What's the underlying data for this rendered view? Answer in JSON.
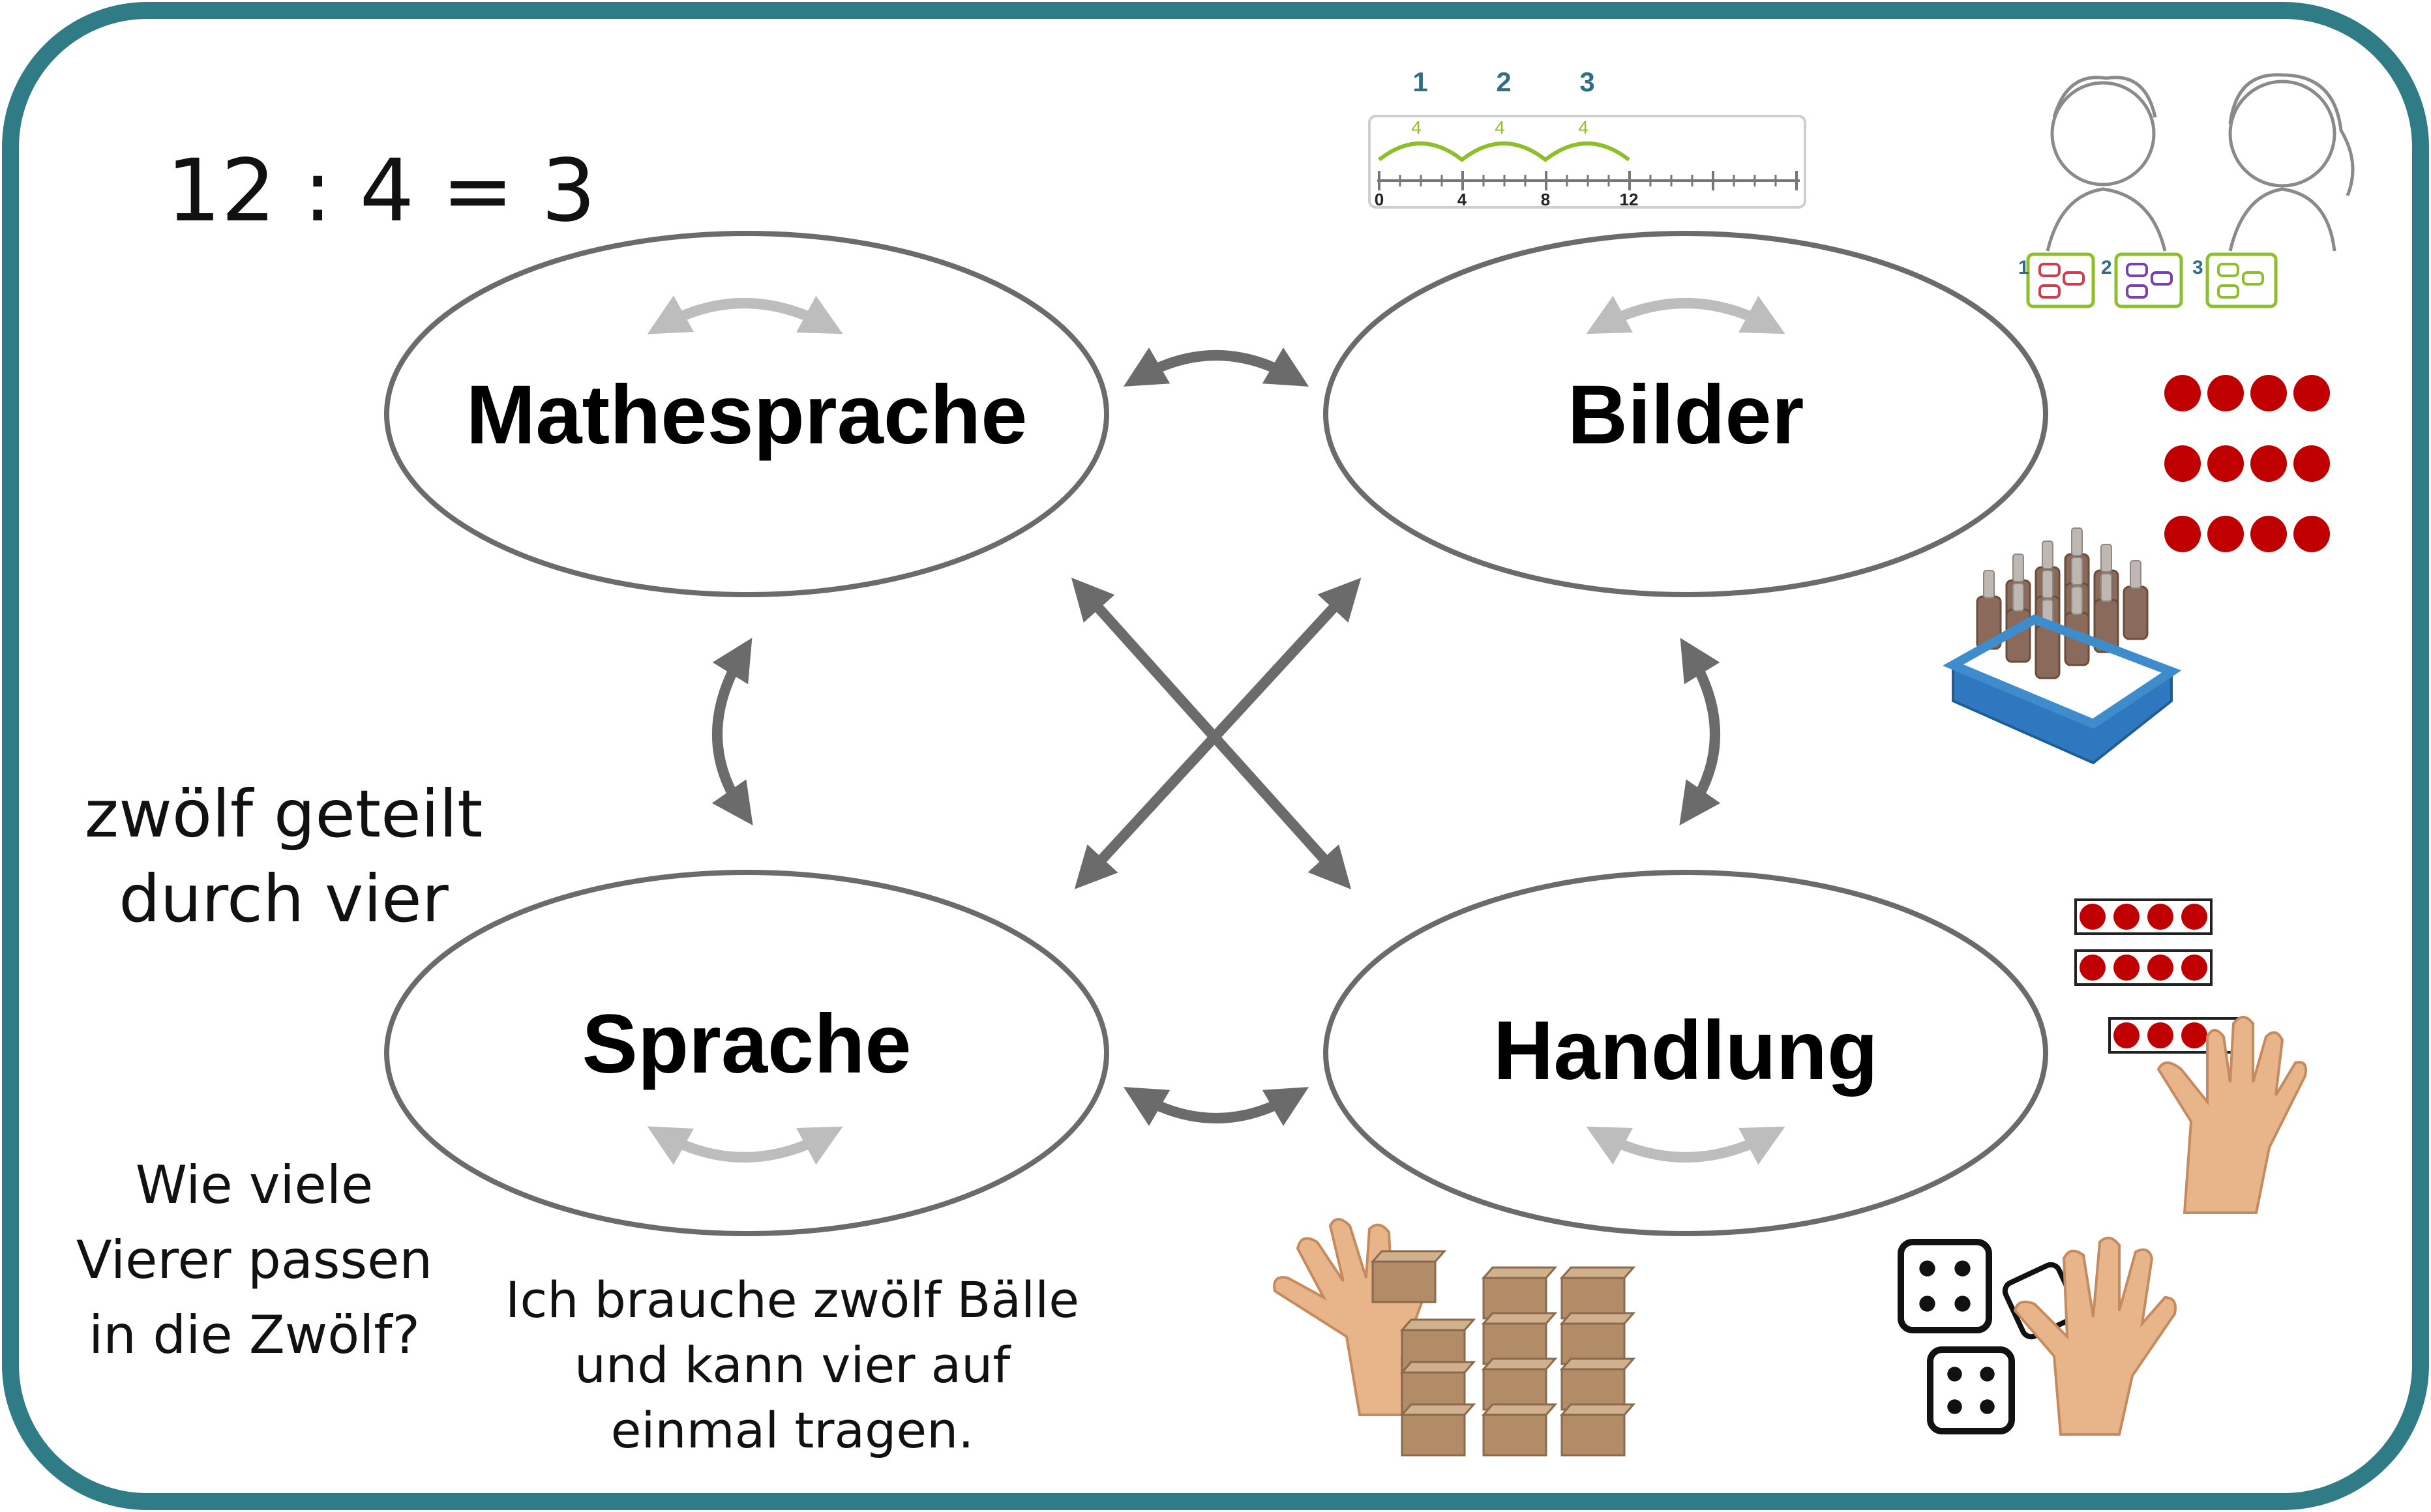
{
  "nodes": {
    "mathesprache": "Mathesprache",
    "bilder": "Bilder",
    "sprache": "Sprache",
    "handlung": "Handlung"
  },
  "equation": "12 : 4 = 3",
  "spoken_line1": "zwölf geteilt",
  "spoken_line2": "durch vier",
  "question_line1": "Wie viele",
  "question_line2": "Vierer passen",
  "question_line3": "in die Zwölf?",
  "story_line1": "Ich brauche zwölf Bälle",
  "story_line2": "und kann vier auf",
  "story_line3": "einmal tragen.",
  "number_line": {
    "group_labels": [
      "1",
      "2",
      "3"
    ],
    "jump_labels": [
      "4",
      "4",
      "4"
    ],
    "tick_labels": [
      "0",
      "4",
      "8",
      "12"
    ]
  },
  "children_groups": [
    "1",
    "2",
    "3"
  ],
  "colors": {
    "frame": "#2f7b86",
    "ellipse_stroke": "#6b6b6b",
    "arrow_dark": "#6b6b6b",
    "arrow_light": "#bdbdbd",
    "dot_red": "#c00000",
    "number_line_blue": "#2e6f86",
    "number_line_green": "#8cbf2a",
    "crate_blue": "#3f8ccc",
    "box_brown": "#b28b67",
    "skin": "#e8b48a"
  }
}
